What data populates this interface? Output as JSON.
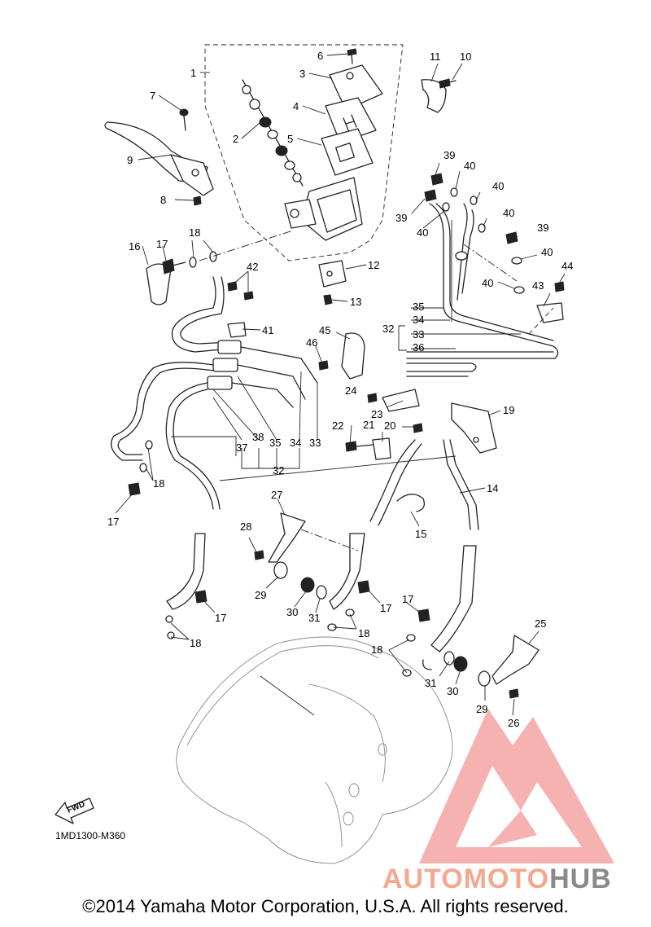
{
  "diagram": {
    "code": "1MD1300-M360",
    "fwd_label": "FWD",
    "copyright": "©2014 Yamaha Motor Corporation, U.S.A. All rights reserved.",
    "watermark": {
      "part1": "AUTOMOTO",
      "part2": "HUB",
      "color1": "#f4a88f",
      "color2": "#8a8a8a",
      "logo_color": "#f28a8a"
    },
    "callouts": {
      "c1": "1",
      "c2": "2",
      "c3": "3",
      "c4": "4",
      "c5": "5",
      "c6": "6",
      "c7": "7",
      "c8": "8",
      "c9": "9",
      "c10": "10",
      "c11": "11",
      "c12": "12",
      "c13": "13",
      "c14": "14",
      "c15": "15",
      "c16": "16",
      "c17a": "17",
      "c17b": "17",
      "c17c": "17",
      "c17d": "17",
      "c17e": "17",
      "c18a": "18",
      "c18b": "18",
      "c18c": "18",
      "c18d": "18",
      "c18e": "18",
      "c19": "19",
      "c20": "20",
      "c21": "21",
      "c22": "22",
      "c23": "23",
      "c24": "24",
      "c25": "25",
      "c26": "26",
      "c27": "27",
      "c28": "28",
      "c29a": "29",
      "c29b": "29",
      "c30a": "30",
      "c30b": "30",
      "c31a": "31",
      "c31b": "31",
      "c32a": "32",
      "c32b": "32",
      "c33a": "33",
      "c33b": "33",
      "c34a": "34",
      "c34b": "34",
      "c35a": "35",
      "c35b": "35",
      "c36": "36",
      "c37": "37",
      "c38": "38",
      "c39a": "39",
      "c39b": "39",
      "c39c": "39",
      "c40a": "40",
      "c40b": "40",
      "c40c": "40",
      "c40d": "40",
      "c40e": "40",
      "c40f": "40",
      "c41": "41",
      "c42": "42",
      "c43": "43",
      "c44": "44",
      "c45": "45",
      "c46": "46"
    }
  }
}
